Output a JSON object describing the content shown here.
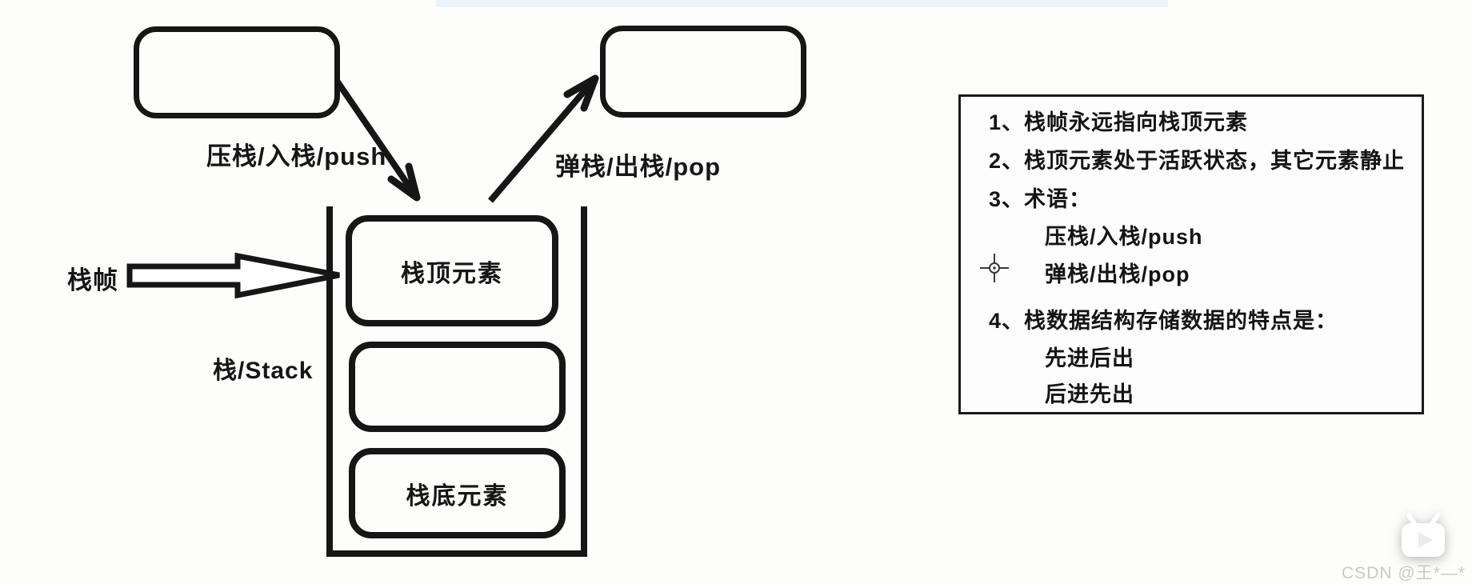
{
  "colors": {
    "ink": "#161616",
    "background": "#fdfdfc",
    "top_strip": "#ecf3f9",
    "watermark_gray": "#c9c9c9"
  },
  "diagram": {
    "push_arrow_label": "压栈/入栈/push",
    "pop_arrow_label": "弹栈/出栈/pop",
    "stack_frame_label": "栈帧",
    "stack_label": "栈/Stack",
    "stack_top_element": "栈顶元素",
    "stack_bottom_element": "栈底元素"
  },
  "notes": {
    "items": [
      {
        "text": "1、栈帧永远指向栈顶元素"
      },
      {
        "text": "2、栈顶元素处于活跃状态，其它元素静止"
      },
      {
        "text": "3、术语："
      },
      {
        "text": "压栈/入栈/push"
      },
      {
        "text": "弹栈/出栈/pop"
      },
      {
        "text": "4、栈数据结构存储数据的特点是："
      },
      {
        "text": "先进后出"
      },
      {
        "text": "后进先出"
      }
    ]
  },
  "watermark": {
    "text": "CSDN @王*—*"
  }
}
